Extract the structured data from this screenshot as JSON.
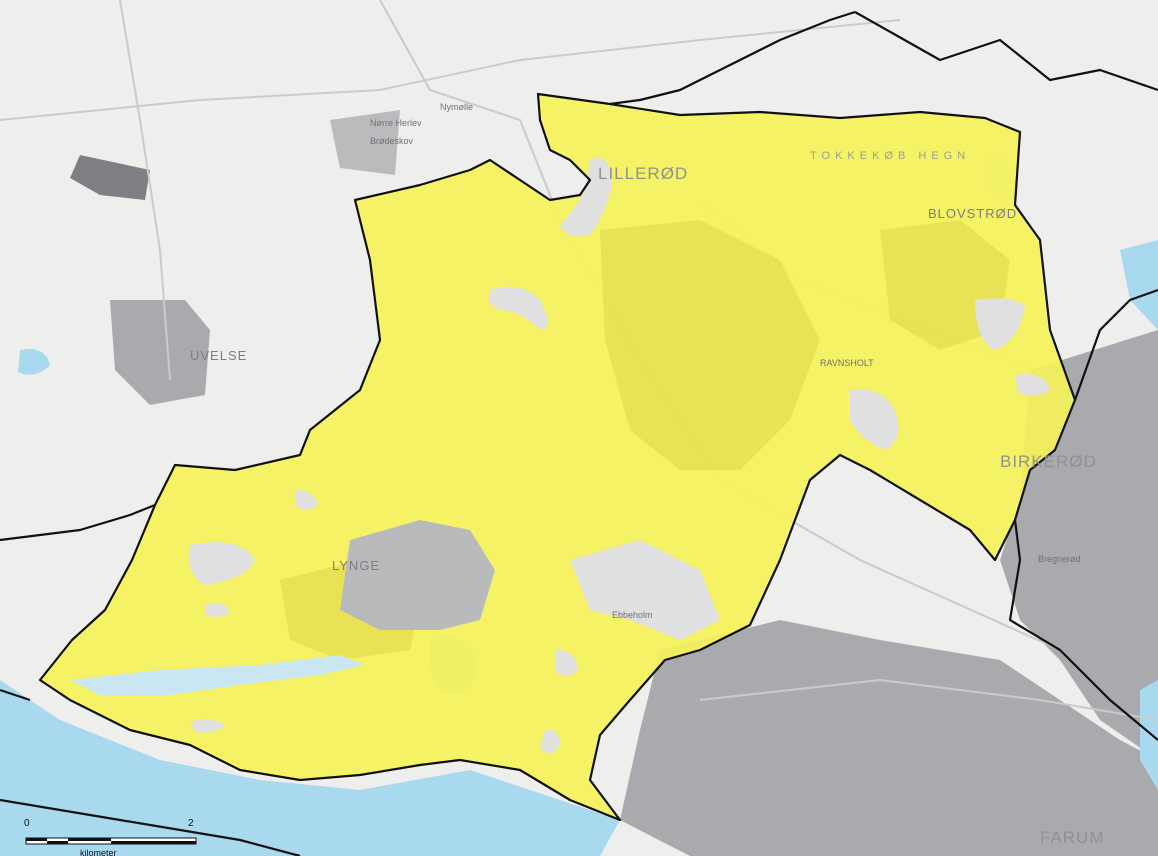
{
  "map": {
    "colors": {
      "background": "#f1f2f0",
      "urban": "#9ea0a4",
      "water": "#b7dff2",
      "roads": "#c6c8c7",
      "highlight_zone": "#f6f25a",
      "highlight_dark": "#d7d140",
      "border": "#111111"
    },
    "labels": {
      "lillerod": "LILLERØD",
      "tokkekob_hegn": "TOKKEKØB HEGN",
      "blovstrod": "BLOVSTRØD",
      "uvelse": "UVELSE",
      "lynge": "LYNGE",
      "birkerod": "BIRKERØD",
      "farum": "FARUM",
      "norre_herlev": "Nørre Herlev",
      "brodeskov": "Brødeskov",
      "nymolle": "Nymølle",
      "ravnsholt": "RAVNSHOLT",
      "ebbeholm": "Ebbeholm",
      "bregnerod": "Bregnerød"
    },
    "icons": {
      "scale": "scale-bar-icon"
    },
    "scale": {
      "start": "0",
      "end": "2",
      "unit": "kilometer"
    }
  }
}
